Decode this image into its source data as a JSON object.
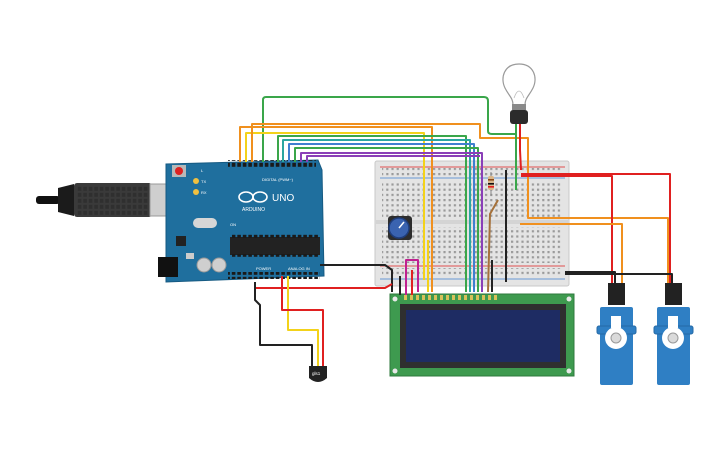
{
  "arduino": {
    "brand": "ARDUINO",
    "model": "UNO",
    "digital_label": "DIGITAL (PWM~)",
    "power_label": "POWER",
    "analog_label": "ANALOG IN",
    "tx_label": "TX",
    "rx_label": "RX",
    "l_label": "L",
    "on_label": "ON"
  },
  "sensor": {
    "label": "gls1"
  },
  "colors": {
    "board": "#1f6f9e",
    "breadboard": "#e4e4e4",
    "lcd_pcb": "#3e9a4f",
    "lcd_screen": "#1e2c63",
    "servo": "#2f7fc4",
    "wire_red": "#e02020",
    "wire_black": "#222222",
    "wire_orange": "#f0901e",
    "wire_yellow": "#f3d21a",
    "wire_green": "#3aa64a",
    "wire_blue": "#3f7fd0",
    "wire_purple": "#8a3fb8",
    "wire_teal": "#2aa6a0",
    "wire_brown": "#a5713b",
    "wire_magenta": "#c02090"
  },
  "icons": [
    "usb-cable-icon",
    "light-bulb-icon",
    "potentiometer-icon",
    "temperature-sensor-icon",
    "servo-motor-icon"
  ]
}
